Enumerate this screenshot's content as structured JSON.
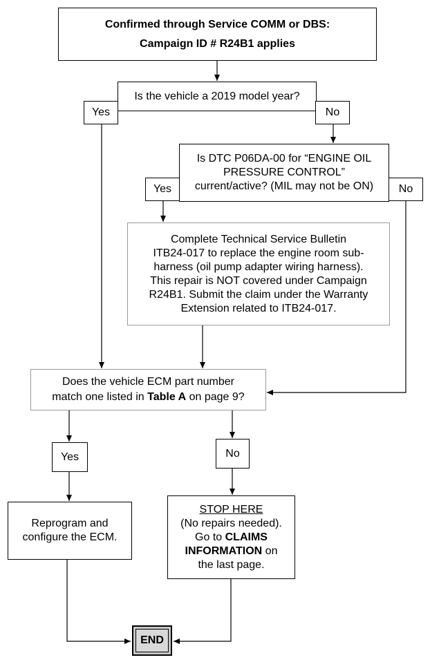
{
  "start": {
    "line1": "Confirmed through Service COMM or DBS:",
    "line2": "Campaign ID # R24B1 applies"
  },
  "q1": {
    "text": "Is the vehicle a 2019 model year?",
    "yes": "Yes",
    "no": "No"
  },
  "q2": {
    "line1": "Is DTC P06DA-00 for “ENGINE OIL",
    "line2": "PRESSURE CONTROL”",
    "line3": "current/active? (MIL may not be ON)",
    "yes": "Yes",
    "no": "No"
  },
  "tsb": {
    "lines": [
      "Complete Technical Service Bulletin",
      "ITB24-017 to replace the engine room sub-",
      "harness (oil pump adapter wiring harness).",
      "This repair is NOT covered under Campaign",
      "R24B1. Submit the claim under the Warranty",
      "Extension related to ITB24-017."
    ]
  },
  "q3": {
    "line1": "Does the vehicle ECM part number",
    "line2_pre": "match one listed in ",
    "line2_bold": "Table A",
    "line2_post": " on page 9?",
    "yes": "Yes",
    "no": "No"
  },
  "reprogram": {
    "line1": "Reprogram and",
    "line2": "configure the ECM."
  },
  "stop": {
    "title": "STOP HERE",
    "line1": "(No repairs needed).",
    "line2_pre": "Go to ",
    "line2_bold": "CLAIMS",
    "line3_bold": "INFORMATION",
    "line3_post": " on",
    "line4": "the last page."
  },
  "end": {
    "label": "END"
  }
}
